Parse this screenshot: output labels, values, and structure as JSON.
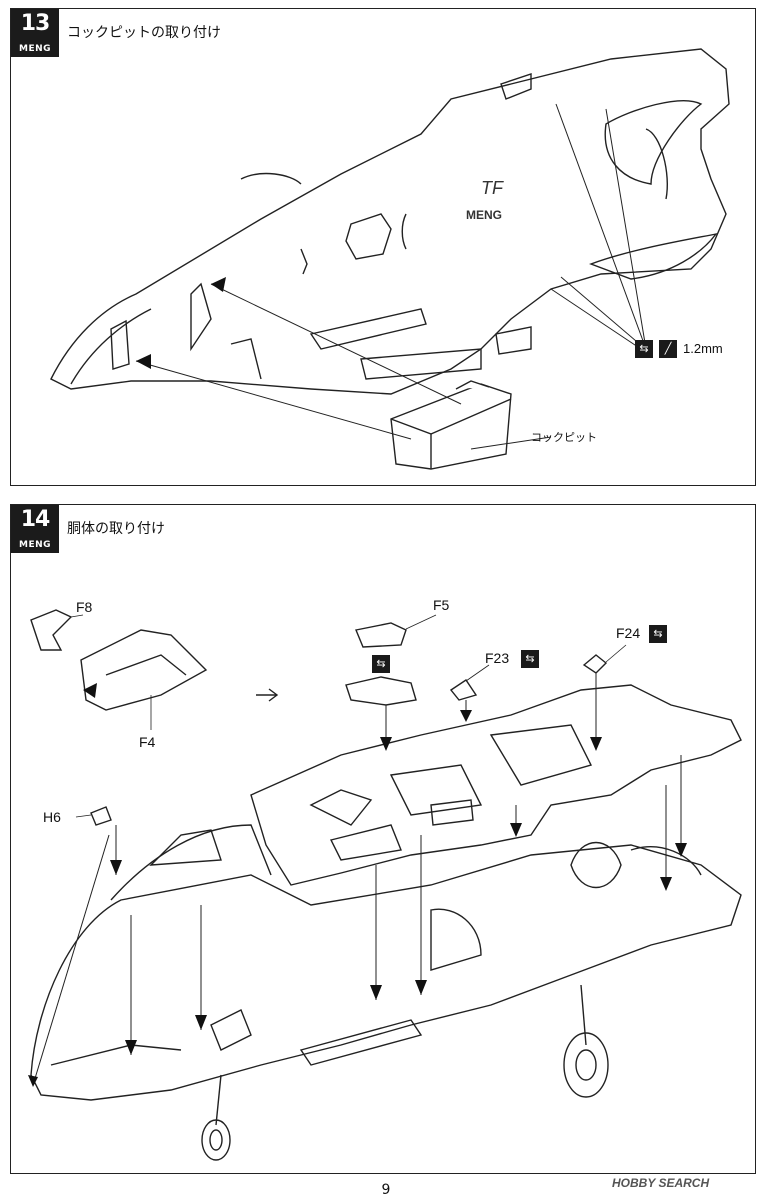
{
  "brand": "MENG",
  "step13": {
    "number": "13",
    "title": "コックピットの取り付け",
    "callout_cockpit": "コックピット",
    "drill_size": "1.2mm"
  },
  "step14": {
    "number": "14",
    "title": "胴体の取り付け",
    "parts": {
      "f8": "F8",
      "f4": "F4",
      "f5": "F5",
      "f23": "F23",
      "f24": "F24",
      "h6": "H6"
    }
  },
  "page_number": "9",
  "watermark": "HOBBY SEARCH"
}
